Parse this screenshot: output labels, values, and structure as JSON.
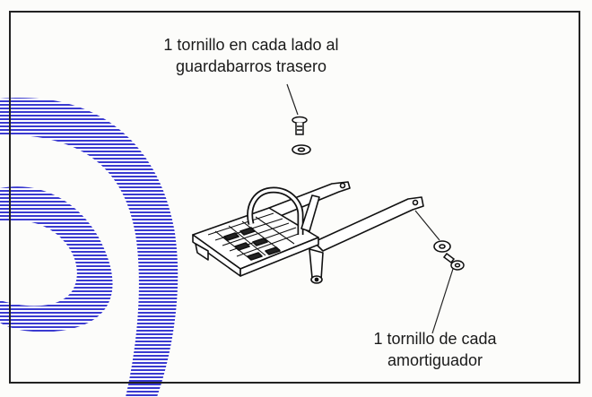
{
  "labels": {
    "top": {
      "line1": "1 tornillo en cada lado al",
      "line2": "guardabarros trasero"
    },
    "bottom": {
      "line1": "1 tornillo de cada",
      "line2": "amortiguador"
    }
  },
  "colors": {
    "watermark": "#3a3ad0",
    "frame": "#222222",
    "ink": "#1a1a1a"
  },
  "icons": {
    "watermark": "stylized-watermark-arc",
    "part": "rear-luggage-rack"
  }
}
